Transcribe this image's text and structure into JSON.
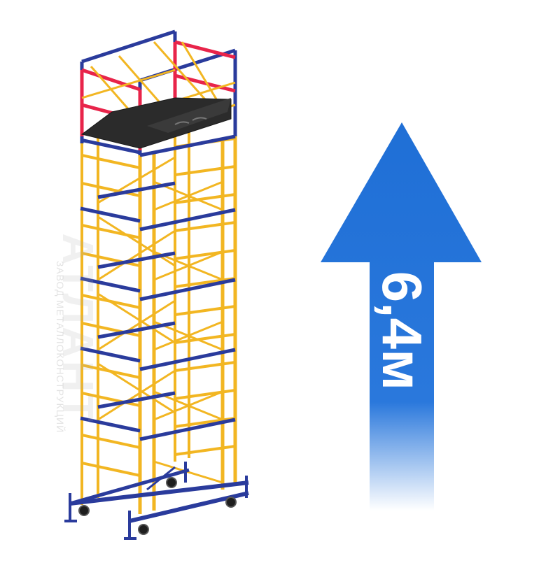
{
  "product": {
    "height_label": "6,4м",
    "watermark_text": "ЗАВОД МЕТАЛЛОКОНСТРУКЦИЙ",
    "watermark_logo": "АТЛАНТ"
  },
  "colors": {
    "frame_blue": "#2a3b9c",
    "frame_yellow": "#f2b622",
    "guard_red": "#e8244a",
    "deck_dark": "#2b2b2b",
    "arrow_blue": "#1f6fd6"
  },
  "illustration": {
    "tiers": 5,
    "wheels": 4
  }
}
